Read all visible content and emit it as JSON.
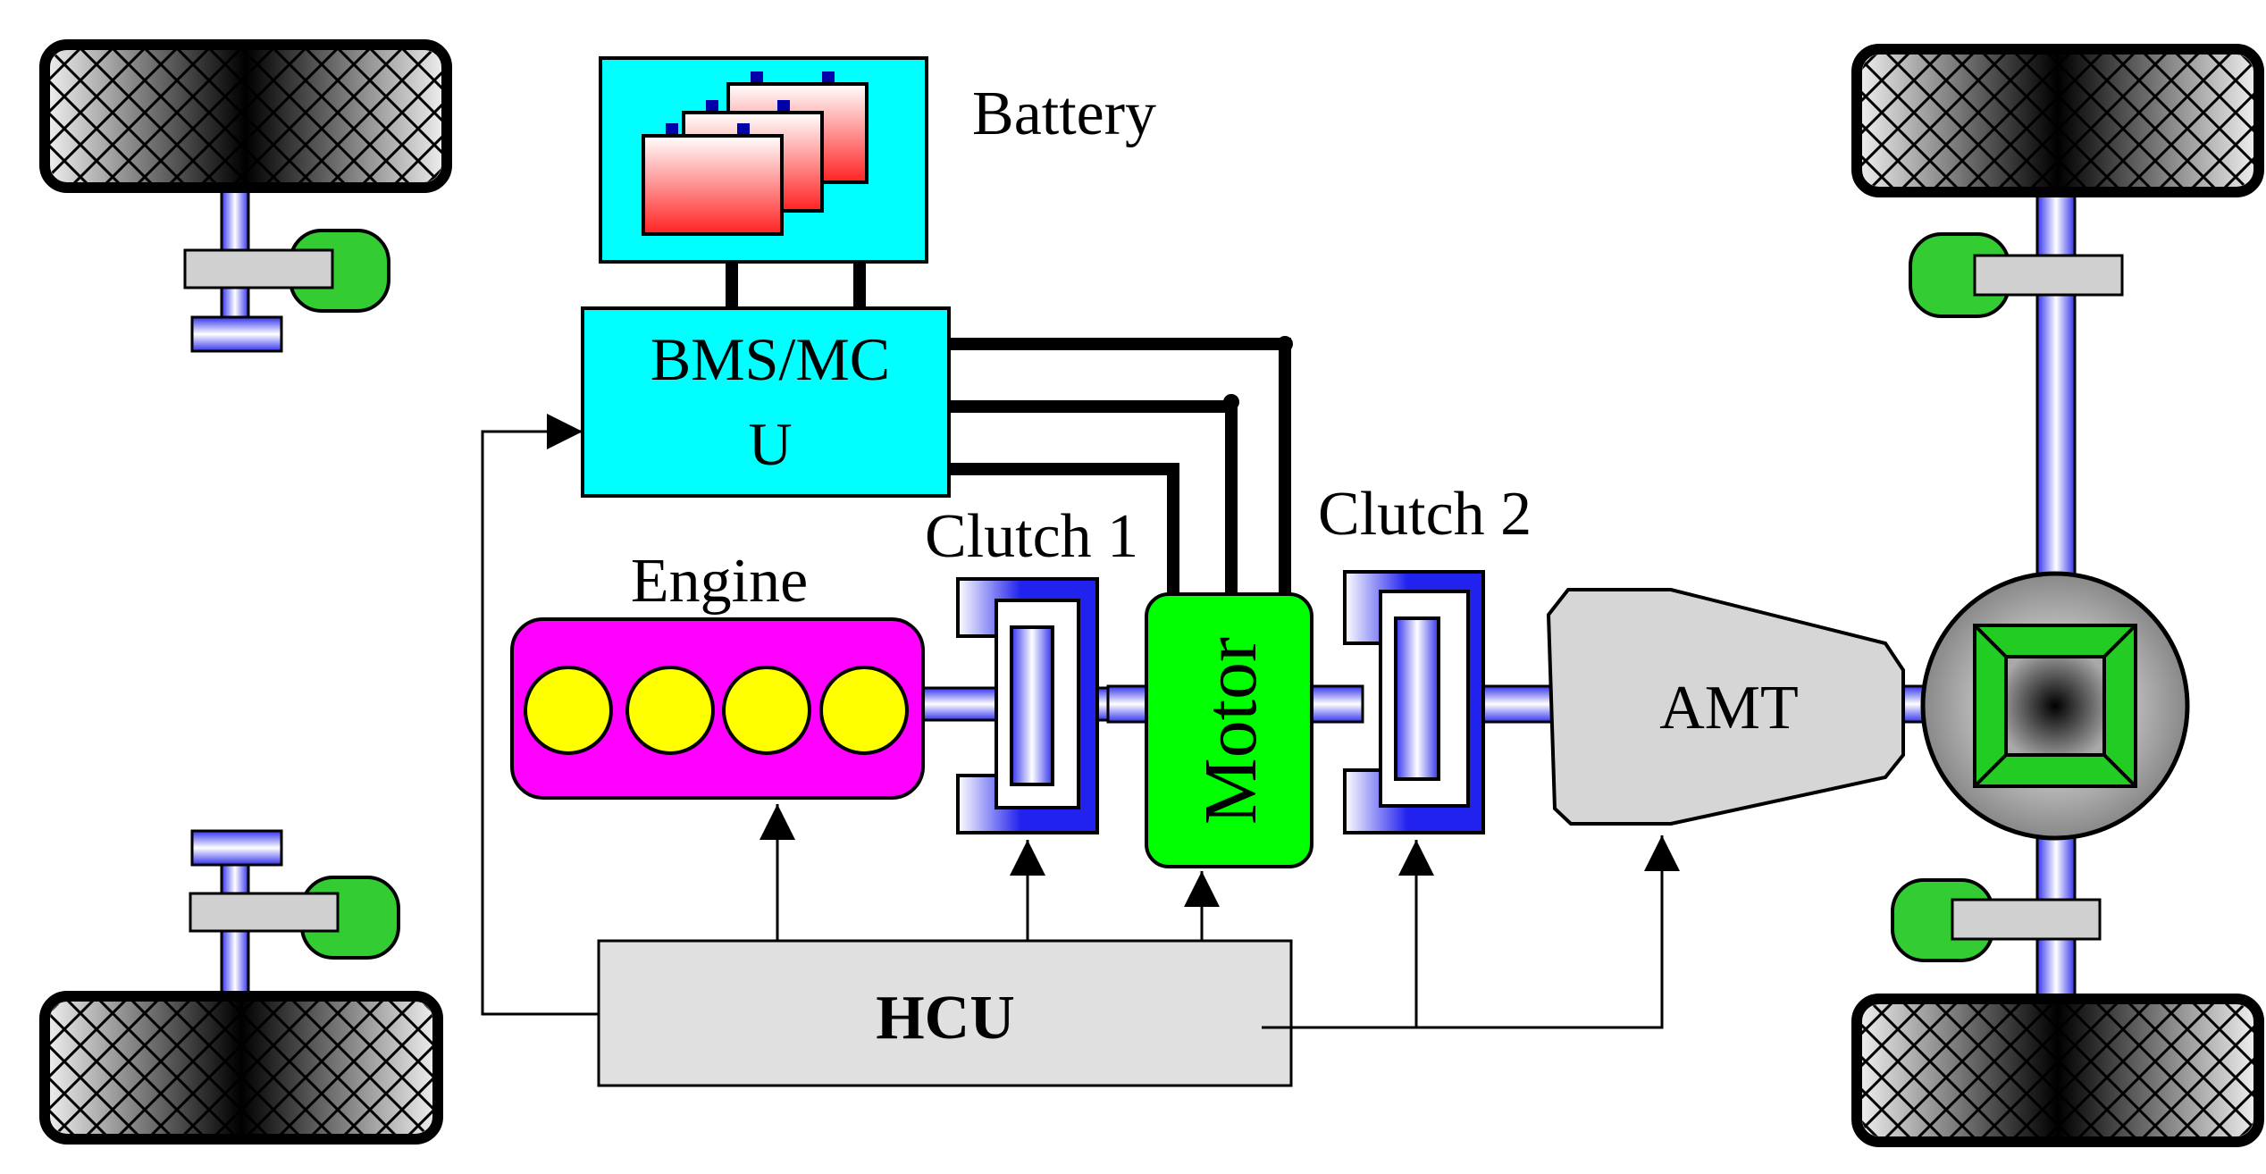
{
  "labels": {
    "battery": "Battery",
    "bms_line1": "BMS/MC",
    "bms_line2": "U",
    "clutch1": "Clutch 1",
    "clutch2": "Clutch 2",
    "engine": "Engine",
    "motor": "Motor",
    "amt": "AMT",
    "hcu": "HCU"
  },
  "colors": {
    "battery_box": "#00ffff",
    "bms_box": "#00ffff",
    "engine_body": "#ff00ff",
    "cylinder": "#ffff00",
    "motor_body": "#00ff00",
    "clutch_blue": "#2222ee",
    "shaft_blue": "#6666ff",
    "amt_body": "#d8d8d8",
    "hcu_body": "#e0e0e0",
    "hub_green": "#33cc33"
  },
  "icons": {
    "battery": "battery-pack-icon",
    "wheel": "tire-icon",
    "differential": "differential-icon"
  }
}
